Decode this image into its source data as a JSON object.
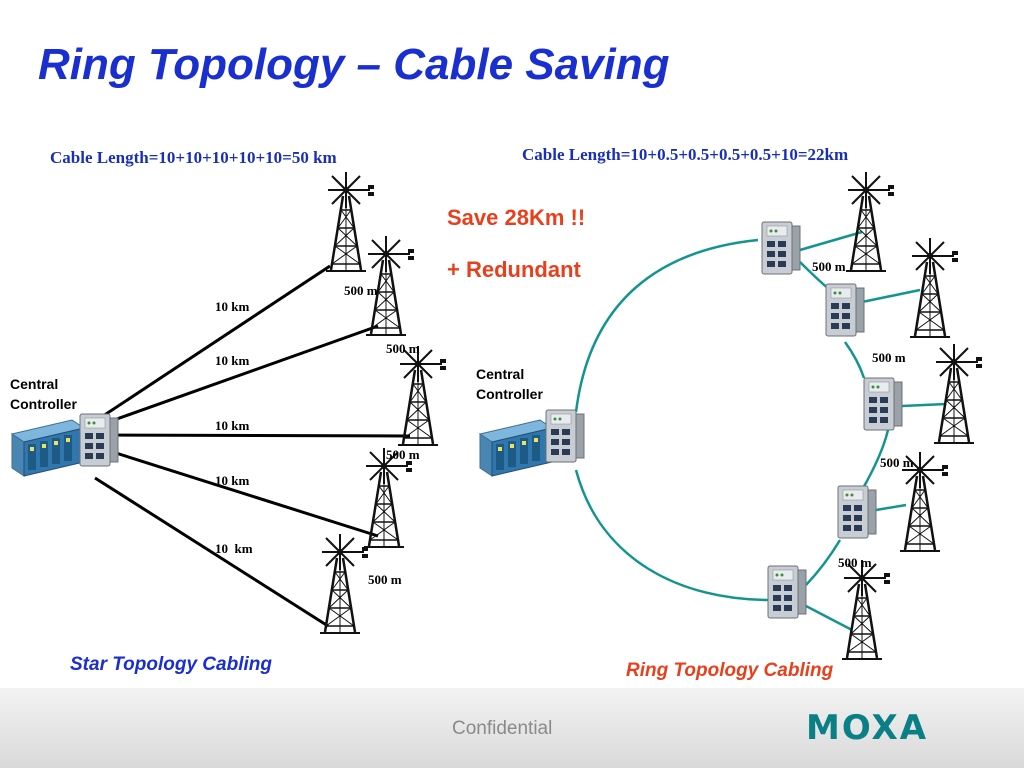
{
  "title": "Ring Topology – Cable Saving",
  "star": {
    "formula": "Cable Length=10+10+10+10+10=50 km",
    "controller_label_line1": "Central",
    "controller_label_line2": "Controller",
    "link_labels": [
      "10 km",
      "10 km",
      "10 km",
      "10 km",
      "10  km"
    ],
    "drop_labels": [
      "500 m",
      "500 m",
      "500 m",
      "500 m"
    ],
    "caption": "Star Topology Cabling"
  },
  "ring": {
    "formula": "Cable Length=10+0.5+0.5+0.5+0.5+10=22km",
    "save_line1": "Save 28Km !!",
    "save_line2": "+ Redundant",
    "controller_label_line1": "Central",
    "controller_label_line2": "Controller",
    "segment_labels": [
      "500 m",
      "500 m",
      "500 m",
      "500 m"
    ],
    "caption": "Ring Topology Cabling"
  },
  "footer": {
    "confidential": "Confidential",
    "logo": "MOXA"
  },
  "colors": {
    "title": "#1a2fd0",
    "accent": "#e8401c",
    "ring_cable": "#13958f",
    "star_cable": "#000000",
    "logo": "#0a7f85"
  }
}
